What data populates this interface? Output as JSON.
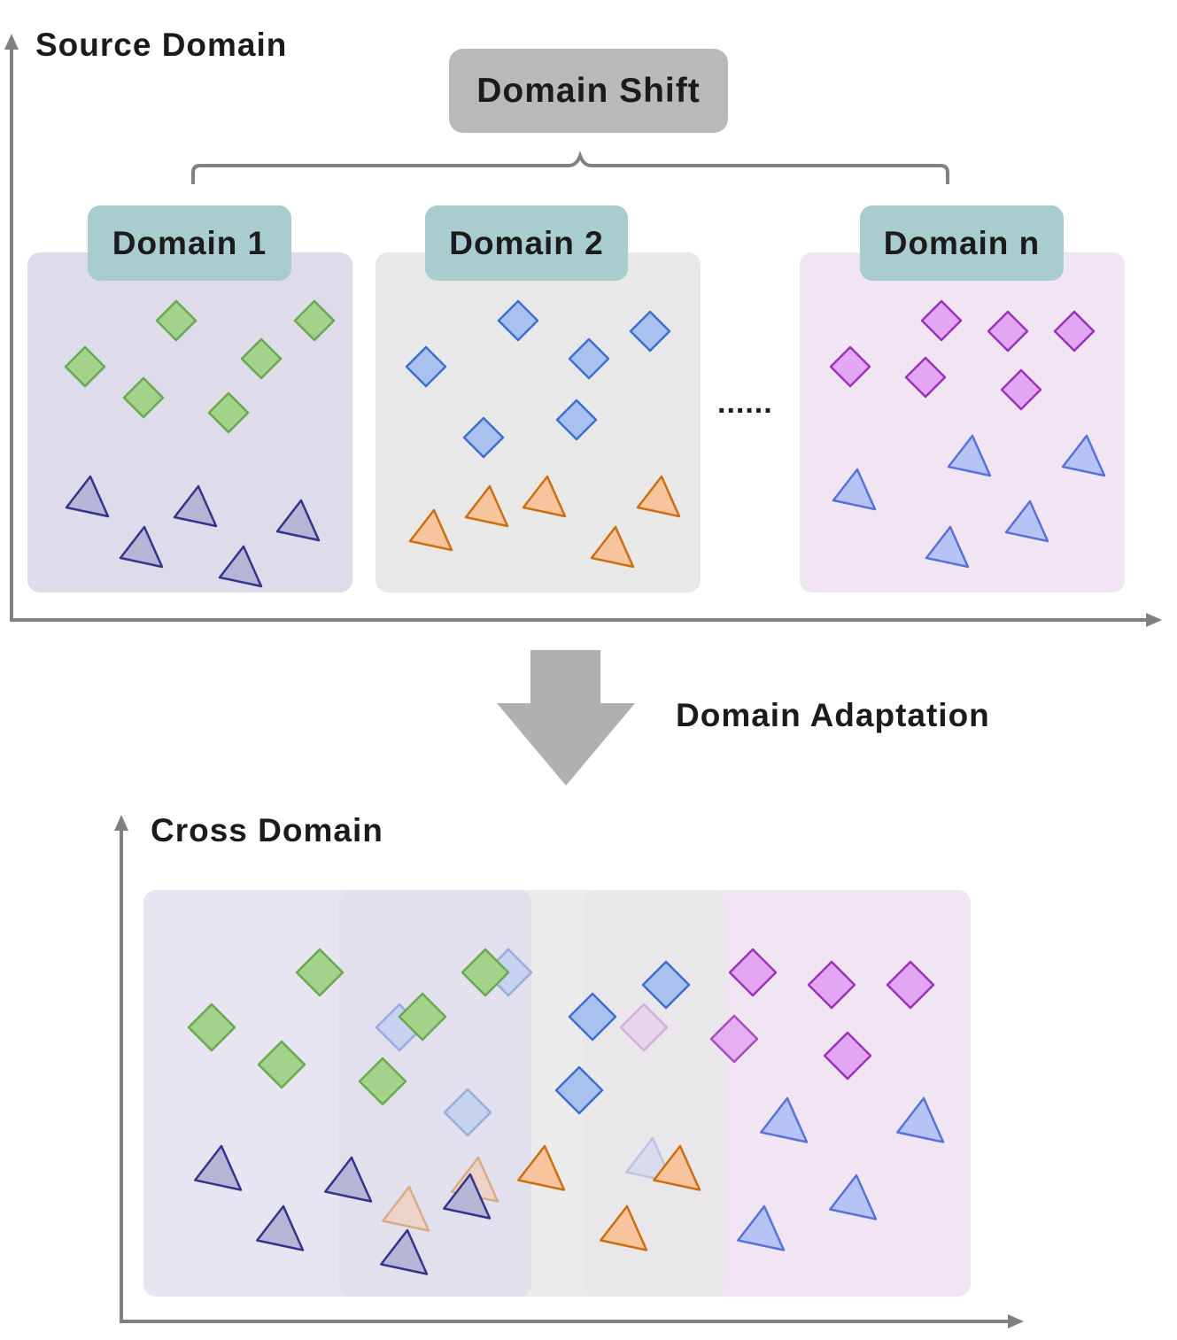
{
  "source": {
    "title": "Source Domain"
  },
  "shift": {
    "label": "Domain Shift"
  },
  "domains": [
    {
      "label": "Domain 1",
      "panel_color": "#dedbeb"
    },
    {
      "label": "Domain 2",
      "panel_color": "#e8e8e8"
    },
    {
      "label": "Domain n",
      "panel_color": "#f1e5f3"
    }
  ],
  "ellipsis": "......",
  "adaptation": {
    "label": "Domain Adaptation"
  },
  "target": {
    "title": "Cross Domain"
  },
  "colors": {
    "axis": "#808080",
    "arrow": "#b0b0b0",
    "green": {
      "fill": "#a3d38a",
      "stroke": "#6aa84f"
    },
    "blue": {
      "fill": "#a9c1ef",
      "stroke": "#3f6fd0"
    },
    "navy": {
      "fill": "#b7b5d6",
      "stroke": "#34358a"
    },
    "orange": {
      "fill": "#f8c49d",
      "stroke": "#cc6f10"
    },
    "purple": {
      "fill": "#e3a6f2",
      "stroke": "#9b33b8"
    },
    "periwinkle": {
      "fill": "#b5c3f5",
      "stroke": "#5a72d8"
    }
  }
}
